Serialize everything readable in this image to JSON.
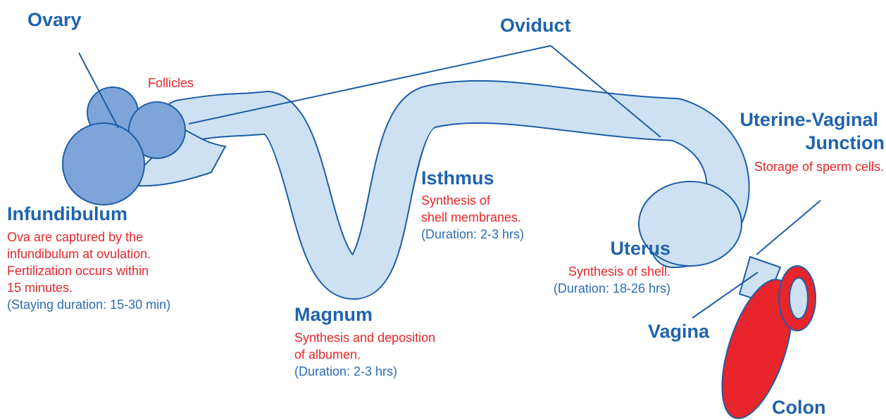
{
  "colors": {
    "title_blue": "#1f63ad",
    "note_red": "#e8252a",
    "duration_blue": "#2a6db5",
    "oviduct_fill": "#cde1f2",
    "outline": "#1e5da8",
    "ovary_fill": "#7ea4d9",
    "colon_fill": "#e8252a"
  },
  "ovary": {
    "title": "Ovary",
    "follicles": "Follicles"
  },
  "oviduct": {
    "title": "Oviduct"
  },
  "infundibulum": {
    "title": "Infundibulum",
    "notes": [
      "Ova are captured by the",
      "infundibulum at ovulation.",
      "Fertilization occurs within",
      "15 minutes."
    ],
    "duration": "(Staying duration: 15-30 min)"
  },
  "magnum": {
    "title": "Magnum",
    "notes": [
      "Synthesis and deposition",
      "of albumen."
    ],
    "duration": "(Duration: 2-3 hrs)"
  },
  "isthmus": {
    "title": "Isthmus",
    "notes": [
      "Synthesis of",
      "shell membranes."
    ],
    "duration": "(Duration: 2-3 hrs)"
  },
  "uterus": {
    "title": "Uterus",
    "notes": [
      "Synthesis of shell."
    ],
    "duration": "(Duration: 18-26 hrs)"
  },
  "uvj": {
    "title_line1": "Uterine-Vaginal",
    "title_line2": "Junction",
    "note": "Storage of sperm cells."
  },
  "vagina": {
    "title": "Vagina"
  },
  "colon": {
    "title": "Colon"
  }
}
